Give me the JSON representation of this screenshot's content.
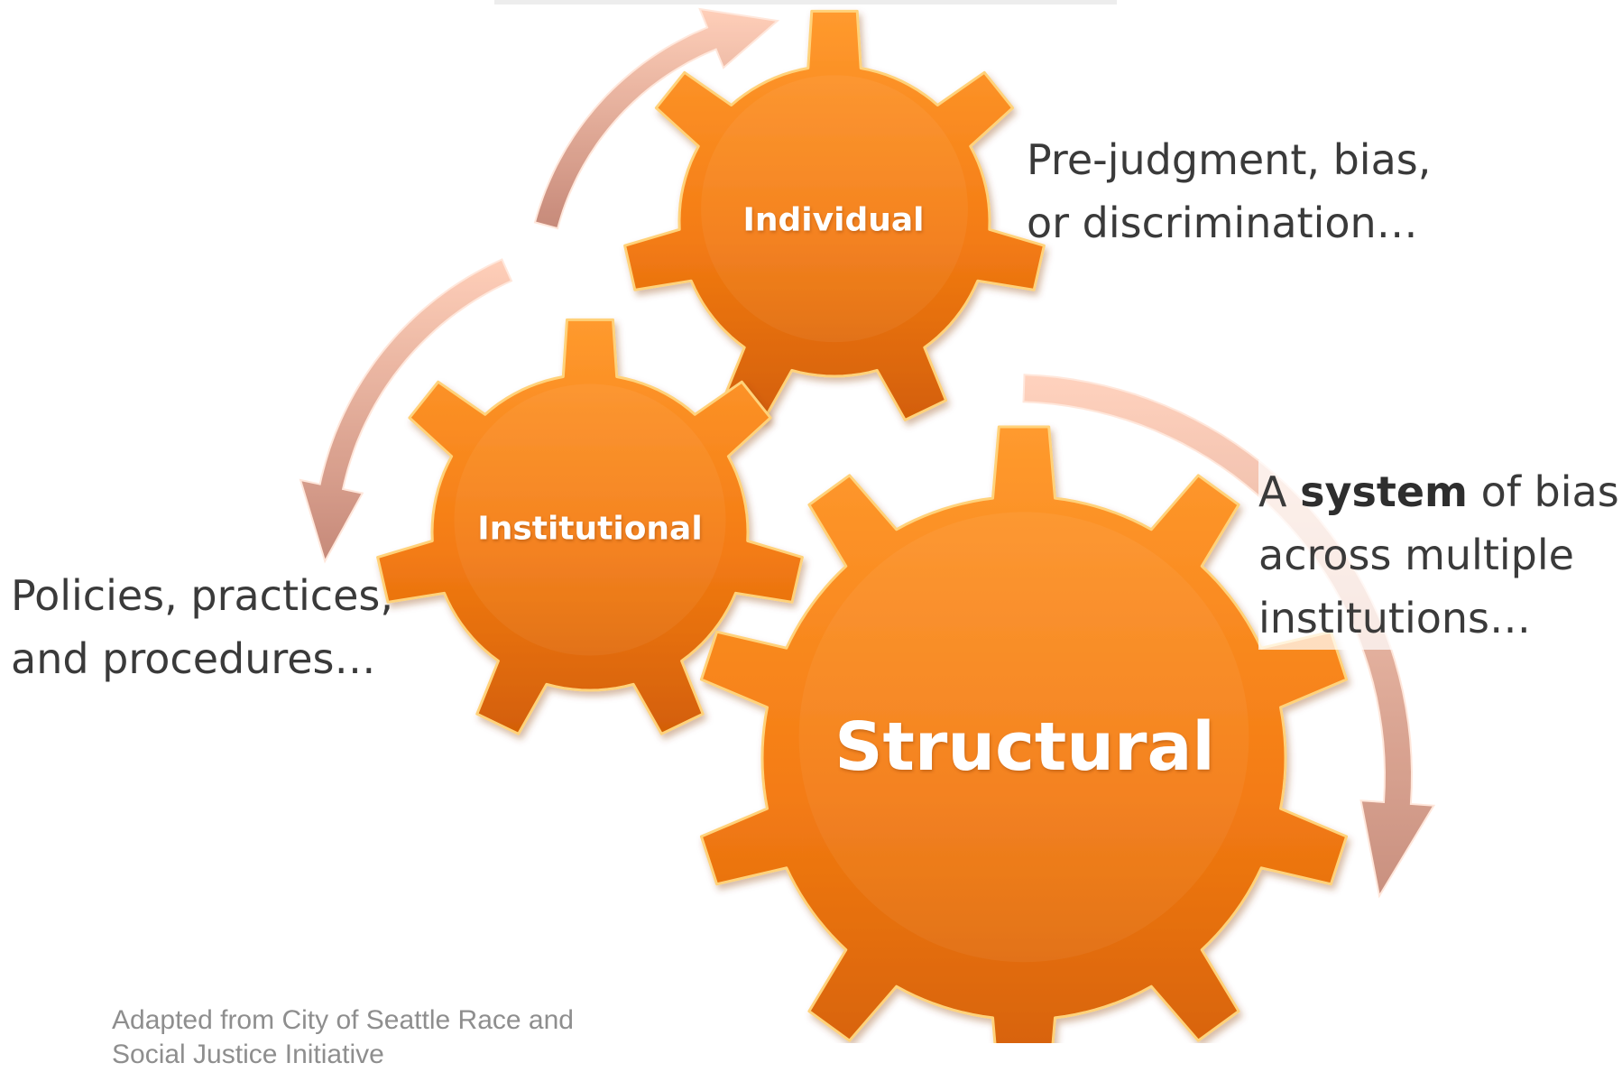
{
  "gears": {
    "individual": {
      "label": "Individual"
    },
    "institutional": {
      "label": "Institutional"
    },
    "structural": {
      "label": "Structural"
    }
  },
  "descriptions": {
    "individual": {
      "lines": [
        "Pre-judgment, bias,",
        "or discrimination…"
      ]
    },
    "institutional": {
      "lines": [
        "Policies, practices,",
        "and procedures…"
      ]
    },
    "structural": {
      "line1_prefix": "A ",
      "line1_bold": "system",
      "line1_suffix": " of bias",
      "line2": "across multiple",
      "line3": "institutions…"
    }
  },
  "credit": {
    "lines": [
      "Adapted from City of Seattle Race and",
      "Social Justice Initiative"
    ]
  },
  "colors": {
    "gear_light": "#ff9a2e",
    "gear_mid": "#f47c14",
    "gear_dark": "#d35f06",
    "gear_edge": "#ffd27a",
    "arrow_light": "#ffc9b0",
    "arrow_dark": "#c98a78",
    "text": "#3a3a3a"
  },
  "icons": [
    "cycle-arrow-icon",
    "gear-icon"
  ]
}
